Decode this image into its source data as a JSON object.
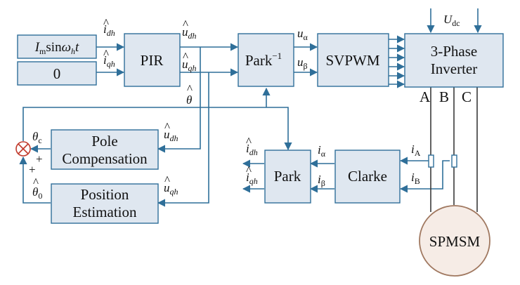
{
  "blocks": {
    "ref_signal": "Imsinωht",
    "ref_signal_parts": {
      "I": "I",
      "m": "m",
      "sin": "sin",
      "omega": "ω",
      "h": "h",
      "t": "t"
    },
    "zero": "0",
    "pir": "PIR",
    "park_inv": "Park",
    "park_inv_sup": "−1",
    "svpwm": "SVPWM",
    "inverter_line1": "3-Phase",
    "inverter_line2": "Inverter",
    "pole_comp_line1": "Pole",
    "pole_comp_line2": "Compensation",
    "pos_est_line1": "Position",
    "pos_est_line2": "Estimation",
    "park": "Park",
    "clarke": "Clarke",
    "motor": "SPMSM"
  },
  "labels": {
    "i": "i",
    "u": "u",
    "dh": "dh",
    "qh": "qh",
    "u_alpha_main": "u",
    "u_alpha_sub": "α",
    "u_beta_main": "u",
    "u_beta_sub": "β",
    "udc_main": "U",
    "udc_sub": "dc",
    "theta": "θ",
    "theta_c_main": "θ",
    "theta_c_sub": "c",
    "theta_0_main": "θ",
    "theta_0_sub": "0",
    "plus": "+",
    "phase_a": "A",
    "phase_b": "B",
    "phase_c": "C",
    "i_alpha_main": "i",
    "i_alpha_sub": "α",
    "i_beta_main": "i",
    "i_beta_sub": "β",
    "ia_main": "i",
    "ia_sub": "A",
    "ib_main": "i",
    "ib_sub": "B",
    "hat": "^"
  },
  "colors": {
    "box_fill": "#dfe7f0",
    "box_stroke": "#2f6f99",
    "wire": "#2f6f99",
    "phase_wire": "#3a3a3a",
    "motor_fill": "#f6ece6",
    "motor_stroke": "#a07860",
    "summer_stroke": "#c0392b"
  }
}
